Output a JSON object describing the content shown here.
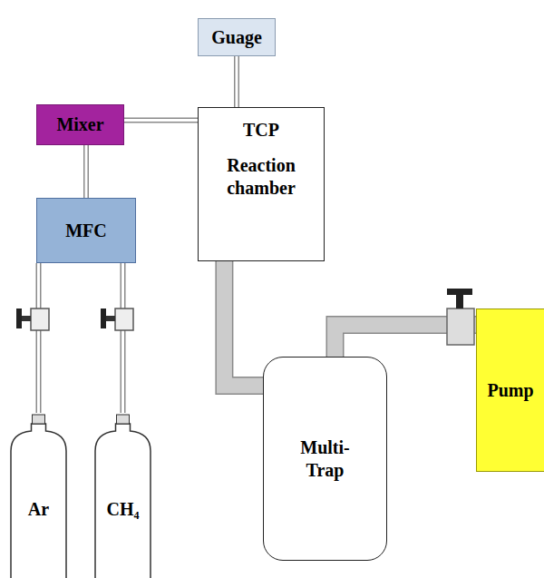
{
  "diagram": {
    "nodes": [
      {
        "text": [
          "Guage"
        ]
      },
      {
        "text": [
          "Mixer"
        ]
      },
      {
        "text": [
          "TCP",
          "Reaction chamber"
        ]
      },
      {
        "text": [
          "MFC"
        ]
      },
      {
        "text": [
          "Multi-Trap"
        ]
      },
      {
        "text": [
          "Pump"
        ]
      },
      {
        "text": [
          "Ar"
        ]
      },
      {
        "text": [
          "CH₄"
        ]
      }
    ],
    "edges": [
      {
        "from": 0,
        "to": 2,
        "arrow": "none"
      },
      {
        "from": 1,
        "to": 2,
        "arrow": "none"
      },
      {
        "from": 3,
        "to": 1,
        "arrow": "none"
      },
      {
        "from": 6,
        "to": 3,
        "arrow": "none"
      },
      {
        "from": 7,
        "to": 3,
        "arrow": "none"
      },
      {
        "from": 2,
        "to": 4,
        "arrow": "none"
      },
      {
        "from": 4,
        "to": 5,
        "arrow": "none"
      }
    ]
  }
}
